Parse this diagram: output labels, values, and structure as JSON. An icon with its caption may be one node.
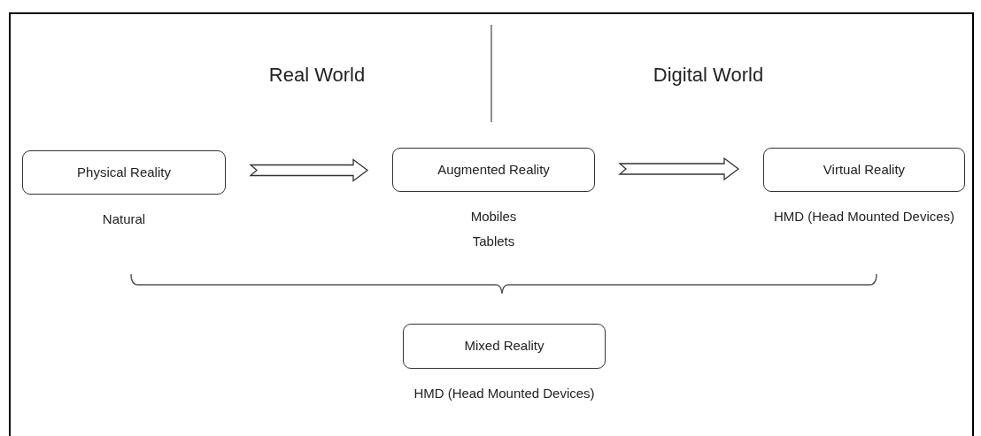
{
  "diagram": {
    "nodes": [
      {
        "text": [
          "Physical Reality"
        ],
        "beside": [
          "Natural"
        ]
      },
      {
        "text": [
          "Augmented Reality"
        ],
        "beside": [
          "Mobiles",
          "Tablets"
        ]
      },
      {
        "text": [
          "Virtual Reality"
        ],
        "beside": [
          "HMD (Head Mounted Devices)"
        ]
      },
      {
        "text": [
          "Mixed Reality"
        ],
        "beside": [
          "HMD (Head Mounted Devices)"
        ]
      }
    ],
    "edges": [
      {
        "from": 0,
        "to": 1,
        "arrow": "to"
      },
      {
        "from": 1,
        "to": 2,
        "arrow": "to"
      }
    ],
    "labels": [
      "Real World",
      "Digital World"
    ]
  }
}
